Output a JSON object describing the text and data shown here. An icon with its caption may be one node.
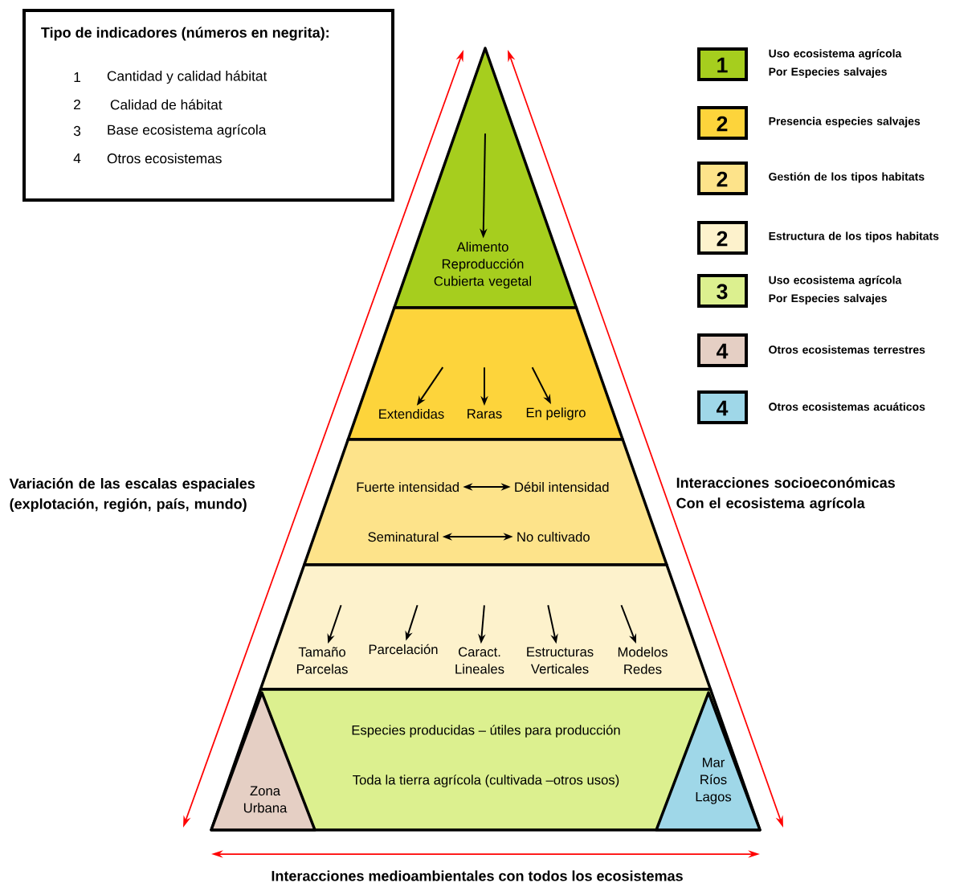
{
  "diagram": {
    "nodes": [
      {
        "text": [
          "Tipo de indicadores (números en negrita):",
          "1",
          "Cantidad y calidad hábitat",
          "2",
          "Calidad de hábitat",
          "3",
          "Base ecosistema agrícola",
          "4",
          "Otros ecosistemas"
        ]
      },
      {
        "text": [],
        "shape": "triangle"
      },
      {
        "text": [
          "Alimento Reproducción Cubierta vegetal"
        ],
        "in": 1
      },
      {
        "text": [],
        "shape": "trapezoid"
      },
      {
        "text": [
          "Extendidas"
        ],
        "in": 3
      },
      {
        "text": [
          "Raras"
        ],
        "in": 3
      },
      {
        "text": [
          "En peligro"
        ],
        "in": 3
      },
      {
        "text": [],
        "shape": "trapezoid"
      },
      {
        "text": [
          "Fuerte intensidad"
        ],
        "in": 7
      },
      {
        "text": [
          "Débil intensidad"
        ],
        "in": 7
      },
      {
        "text": [
          "Seminatural"
        ],
        "in": 7
      },
      {
        "text": [
          "No cultivado"
        ],
        "in": 7
      },
      {
        "text": [],
        "shape": "trapezoid"
      },
      {
        "text": [
          "Tamaño Parcelas"
        ],
        "in": 12
      },
      {
        "text": [
          "Parcelación"
        ],
        "in": 12
      },
      {
        "text": [
          "Caract. Lineales"
        ],
        "in": 12
      },
      {
        "text": [
          "Estructuras Verticales"
        ],
        "in": 12
      },
      {
        "text": [
          "Modelos Redes"
        ],
        "in": 12
      },
      {
        "text": [
          "Especies producidas – útiles para producción",
          "Toda la tierra agrícola (cultivada –otros usos)"
        ]
      },
      {
        "text": [
          "Zona Urbana"
        ],
        "in": 18
      },
      {
        "text": [
          "Mar Ríos Lagos"
        ],
        "in": 18
      }
    ],
    "edges": [
      {
        "from": null,
        "to": 2,
        "arrow": "to"
      },
      {
        "from": null,
        "to": 4,
        "arrow": "to"
      },
      {
        "from": null,
        "to": 5,
        "arrow": "to"
      },
      {
        "from": null,
        "to": 6,
        "arrow": "to"
      },
      {
        "from": 8,
        "to": 9,
        "arrow": "both"
      },
      {
        "from": 10,
        "to": 11,
        "arrow": "both"
      },
      {
        "from": null,
        "to": 13,
        "arrow": "to"
      },
      {
        "from": null,
        "to": 14,
        "arrow": "to"
      },
      {
        "from": null,
        "to": 15,
        "arrow": "to"
      },
      {
        "from": null,
        "to": 16,
        "arrow": "to"
      },
      {
        "from": null,
        "to": 17,
        "arrow": "to"
      }
    ],
    "labels": [
      "Variación de las escalas espaciales (explotación, región, país, mundo)",
      "Interacciones socioeconómicas Con el ecosistema agrícola",
      "Interacciones medioambientales con todos los ecosistemas",
      "1",
      "2",
      "2",
      "2",
      "3",
      "4",
      "4"
    ],
    "legend": [
      {
        "text": "Uso ecosistema agrícola Por Especies salvajes",
        "color": "#a6ce1e"
      },
      {
        "text": "Presencia especies salvajes",
        "color": "#fdd43b"
      },
      {
        "text": "Gestión de los tipos habitats",
        "color": "#fde38a"
      },
      {
        "text": "Estructura de los tipos habitats",
        "color": "#fdf2cc"
      },
      {
        "text": "Uso ecosistema agrícola Por Especies salvajes",
        "color": "#dcf08f"
      },
      {
        "text": "Otros ecosistemas terrestres",
        "color": "#e5cfc4"
      },
      {
        "text": "Otros ecosistemas acuáticos",
        "color": "#9fd7e8"
      }
    ]
  }
}
